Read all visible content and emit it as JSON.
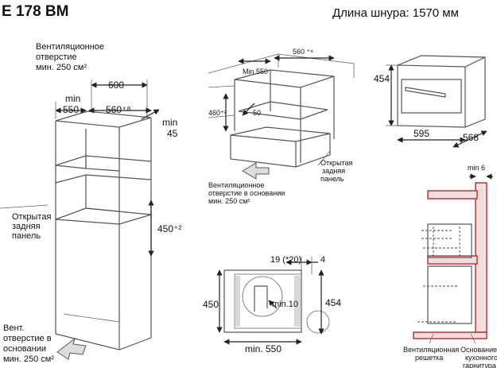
{
  "header": {
    "model": "E 178 BM",
    "cord_length": "Длина шнура: 1570 мм"
  },
  "tall_cabinet": {
    "vent_top": [
      "Вентиляционное",
      "отверстие",
      "мин. 250 см²"
    ],
    "dim_600": "600",
    "dim_min": "min",
    "dim_550": "550",
    "dim_560": "560⁺⁸",
    "dim_min45": [
      "min",
      "45"
    ],
    "open_back": [
      "Открытая",
      "задняя",
      "панель"
    ],
    "dim_450": "450⁺²",
    "vent_bottom": [
      "Вент.",
      "отверстие в",
      "основании",
      "мин. 250 см²"
    ]
  },
  "undercounter": {
    "dim_min550": "Min 550",
    "dim_560": "560 ⁺⁸",
    "dim_460": "460⁺²",
    "dim_50": "50",
    "open_back": [
      "Открытая",
      "задняя",
      "панель"
    ],
    "vent": [
      "Вентиляционное",
      "отверстие в основании",
      "мин. 250 см²"
    ]
  },
  "appliance": {
    "height": "454",
    "width": "595",
    "depth": "568"
  },
  "section": {
    "min6": "min 6",
    "vent_grille": [
      "Вентиляционная",
      "решетка"
    ],
    "kitchen_base": [
      "Основание",
      "кухонного",
      "гарнитура"
    ]
  },
  "front_install": {
    "dim_19": "19 (*20)",
    "dim_4": "4",
    "dim_450": "450",
    "dim_454": "454",
    "dim_min10": "min.10",
    "dim_min550": "min. 550"
  }
}
